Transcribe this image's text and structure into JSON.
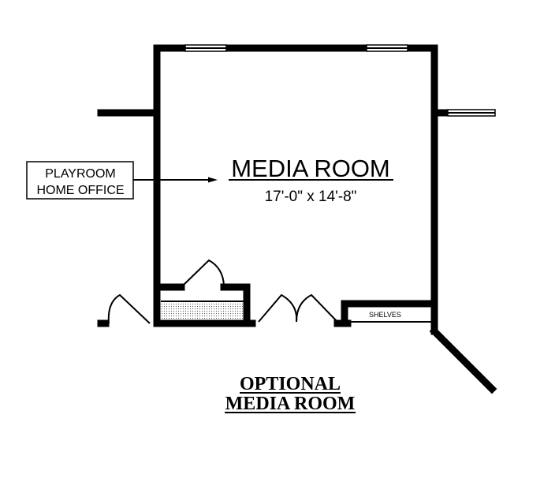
{
  "room": {
    "name": "MEDIA ROOM",
    "dimensions": "17'-0\" x 14'-8\""
  },
  "note": {
    "line1": "PLAYROOM",
    "line2": "HOME OFFICE"
  },
  "shelves_label": "SHELVES",
  "caption": {
    "line1": "OPTIONAL",
    "line2": "MEDIA ROOM"
  }
}
